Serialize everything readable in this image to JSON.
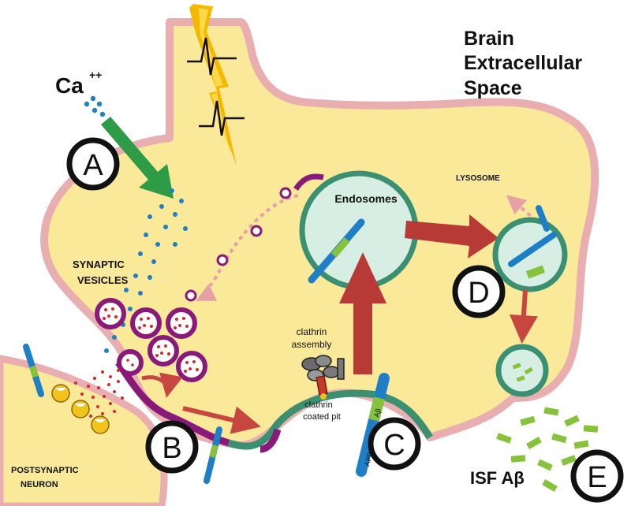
{
  "title": {
    "line1": "Brain",
    "line2": "Extracellular",
    "line3": "Space"
  },
  "calcium": {
    "ion": "Ca",
    "charge": "++"
  },
  "labels": {
    "synaptic": "SYNAPTIC",
    "vesicles": "VESICLES",
    "endosomes": "Endosomes",
    "lysosome": "LYSOSOME",
    "clathrin_assembly_1": "clathrin",
    "clathrin_assembly_2": "assembly",
    "clathrin_pit_1": "clathrin",
    "clathrin_pit_2": "coated pit",
    "postsynaptic": "POSTSYNAPTIC",
    "neuron": "NEURON",
    "isf_abeta": "ISF Aβ",
    "app": "APP",
    "abeta": "Aβ"
  },
  "markers": {
    "a": "A",
    "b": "B",
    "c": "C",
    "d": "D",
    "e": "E"
  },
  "colors": {
    "cytoplasm": "#fbe99a",
    "membrane": "#e8aeb0",
    "endosome_fill": "#d6eee3",
    "endosome_ring": "#3a9070",
    "app_blue": "#1e7fc6",
    "abeta_green": "#86c23c",
    "vesicle_ring": "#8a1a7a",
    "vesicle_dot": "#d42a2a",
    "arrow_red": "#b73a36",
    "arrow_green": "#2e9b46",
    "bolt_orange": "#f5b800",
    "calcium_dot": "#1e7fc6"
  }
}
